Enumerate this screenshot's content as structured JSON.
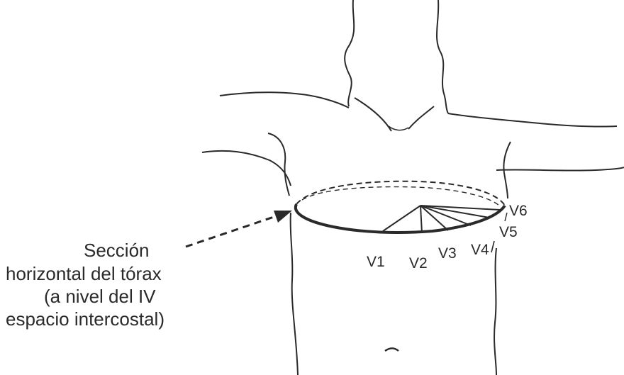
{
  "caption": {
    "lines": [
      "Sección",
      "horizontal del tórax",
      "(a nivel del IV",
      "espacio intercostal)"
    ]
  },
  "leads": {
    "v1": "V1",
    "v2": "V2",
    "v3": "V3",
    "v4": "V4",
    "v5": "V5",
    "v6": "V6"
  },
  "colors": {
    "ink": "#2a2a2a",
    "background": "#ffffff"
  }
}
